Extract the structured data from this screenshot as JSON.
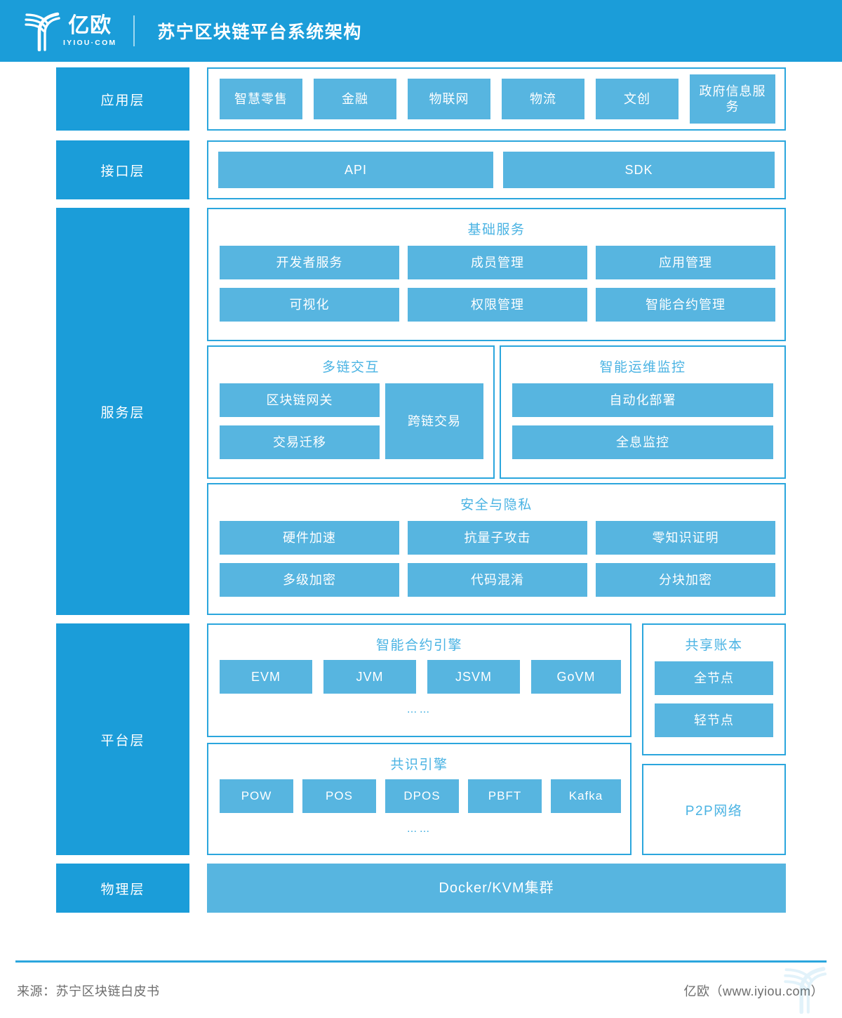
{
  "header": {
    "logo_cn": "亿欧",
    "logo_en": "IYIOU·COM",
    "logo_icon": "iyiou-logo-icon",
    "title": "苏宁区块链平台系统架构"
  },
  "colors": {
    "brand_blue": "#1b9dd9",
    "tile_blue": "#57b5e0",
    "border_blue": "#2ba6dd",
    "label_blue": "#4ab3e3",
    "white": "#ffffff",
    "footer_gray": "#6d6d6d"
  },
  "layers": {
    "application": "应用层",
    "interface": "接口层",
    "service": "服务层",
    "platform": "平台层",
    "physical": "物理层"
  },
  "application_layer": {
    "items": [
      "智慧零售",
      "金融",
      "物联网",
      "物流",
      "文创",
      "政府信息服务"
    ]
  },
  "interface_layer": {
    "items": [
      "API",
      "SDK"
    ]
  },
  "service_layer": {
    "basic_services": {
      "title": "基础服务",
      "items": [
        "开发者服务",
        "成员管理",
        "应用管理",
        "可视化",
        "权限管理",
        "智能合约管理"
      ]
    },
    "multichain": {
      "title": "多链交互",
      "items": [
        "区块链网关",
        "交易迁移",
        "跨链交易"
      ]
    },
    "ops_monitor": {
      "title": "智能运维监控",
      "items": [
        "自动化部署",
        "全息监控"
      ]
    },
    "security_privacy": {
      "title": "安全与隐私",
      "items": [
        "硬件加速",
        "抗量子攻击",
        "零知识证明",
        "多级加密",
        "代码混淆",
        "分块加密"
      ]
    }
  },
  "platform_layer": {
    "contract_engine": {
      "title": "智能合约引擎",
      "items": [
        "EVM",
        "JVM",
        "JSVM",
        "GoVM"
      ],
      "more": "……"
    },
    "consensus_engine": {
      "title": "共识引擎",
      "items": [
        "POW",
        "POS",
        "DPOS",
        "PBFT",
        "Kafka"
      ],
      "more": "……"
    },
    "shared_ledger": {
      "title": "共享账本",
      "items": [
        "全节点",
        "轻节点"
      ]
    },
    "p2p_network": {
      "label": "P2P网络"
    }
  },
  "physical_layer": {
    "item": "Docker/KVM集群"
  },
  "footer": {
    "source": "来源：苏宁区块链白皮书",
    "credit": "亿欧（www.iyiou.com）"
  }
}
